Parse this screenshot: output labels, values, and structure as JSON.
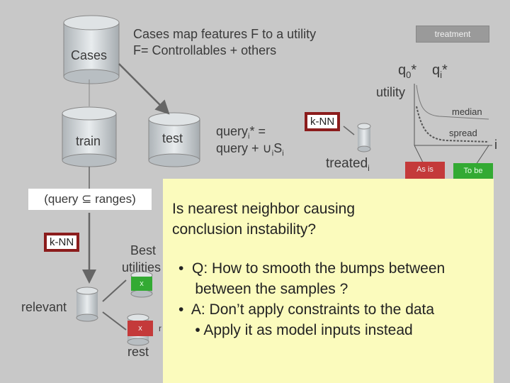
{
  "diagram": {
    "cases_label": "Cases",
    "header_line1": "Cases map features F to a utility",
    "header_line2": "F= Controllables + others",
    "treatment_tag": "treatment",
    "q0_label": "q",
    "q0_sub": "0",
    "q0_star": "*",
    "qi_label": "q",
    "qi_sub": "i",
    "qi_star": "*",
    "utility_label": "utility",
    "median_label": "median",
    "spread_label": "spread",
    "edge_i": "i",
    "train_label": "train",
    "test_label": "test",
    "query_line1_pre": "query",
    "query_line1_sub": "i",
    "query_line1_post": "* =",
    "query_line2_pre": "query + ",
    "query_line2_union": "∪",
    "query_line2_sub1": "i",
    "query_line2_mid": "S",
    "query_line2_sub2": "i",
    "knn_label": "k-NN",
    "treated_label": "treated",
    "treated_sub": "i",
    "as_is_label": "As is",
    "to_be_label": "To be",
    "query_ranges_label": "(query ⊆ ranges)",
    "best_label": "Best",
    "utilities_label": "utilities",
    "relevant_label": "relevant",
    "rest_label": "rest",
    "x_mark": "x",
    "r_mark": "r"
  },
  "popup": {
    "question_line1": "Is nearest neighbor causing",
    "question_line2": "conclusion instability?",
    "bullets": [
      "•  Q: How to smooth the bumps between",
      "    between the samples ?",
      "•  A: Don’t apply constraints to the data",
      "    • Apply it as model inputs instead"
    ]
  },
  "colors": {
    "background": "#c8c8c8",
    "popup": "#fbfbbd",
    "knn_border": "#8b1c1c",
    "as_is": "#c43a3a",
    "to_be": "#33aa33"
  }
}
